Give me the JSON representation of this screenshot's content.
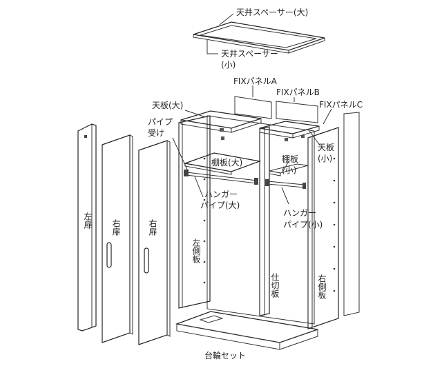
{
  "labels": {
    "ceiling_spacer_large": "天井スペーサー(大)",
    "ceiling_spacer_small_1": "天井スペーサー",
    "ceiling_spacer_small_2": "(小)",
    "fix_panel_a": "FIXパネルA",
    "fix_panel_b": "FIXパネルB",
    "fix_panel_c": "FIXパネルC",
    "top_board_large": "天板(大)",
    "pipe_holder_1": "パイプ",
    "pipe_holder_2": "受け",
    "top_board_small_1": "天板",
    "top_board_small_2": "(小)",
    "shelf_large": "棚板(大)",
    "shelf_small_1": "棚板",
    "shelf_small_2": "(小)",
    "hanger_pipe_large_1": "ハンガー",
    "hanger_pipe_large_2": "パイプ(大)",
    "hanger_pipe_small_1": "ハンガー",
    "hanger_pipe_small_2": "パイプ(小)",
    "left_door": "左扉",
    "right_door_1": "右扉",
    "right_door_2": "右扉",
    "left_side_board": "左側板",
    "partition_board": "仕切板",
    "right_side_board": "右側板",
    "caster_set": "台輪セット"
  },
  "colors": {
    "line": "#333333",
    "door_gray": "#a7a7a7",
    "door_light": "#f2f2f2",
    "panel_dark": "#7a6f6f",
    "background": "#ffffff"
  }
}
